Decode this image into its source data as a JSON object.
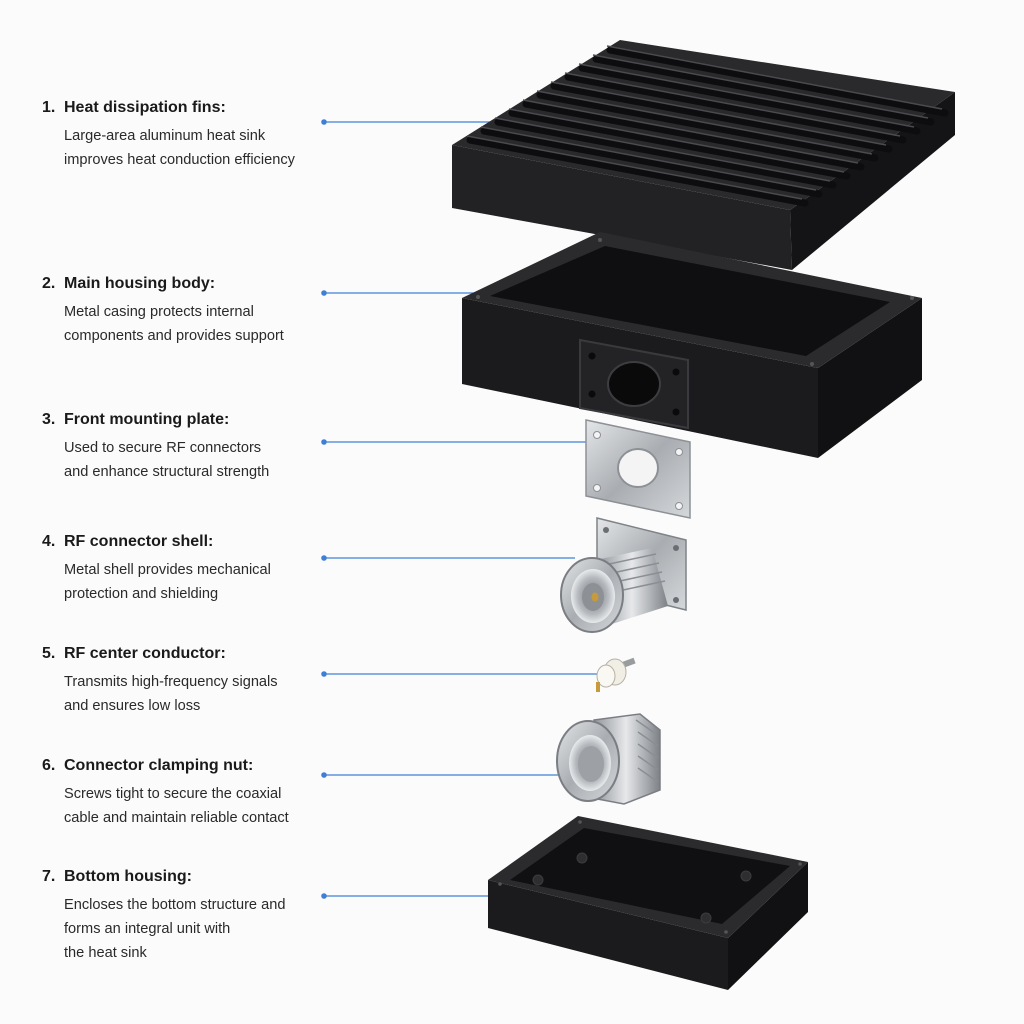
{
  "colors": {
    "background": "#fbfbfb",
    "leader_line": "#3f7fd6",
    "black_anodized": "#1b1b1d",
    "steel": "#b9bcbf"
  },
  "parts": [
    {
      "number": "1.",
      "title": "Heat dissipation fins:",
      "lines": [
        "Large-area aluminum heat sink",
        "improves heat conduction efficiency"
      ]
    },
    {
      "number": "2.",
      "title": "Main housing body:",
      "lines": [
        "Metal casing protects internal",
        "components and provides support"
      ]
    },
    {
      "number": "3.",
      "title": "Front mounting plate:",
      "lines": [
        "Used to secure RF connectors",
        "and enhance structural strength"
      ]
    },
    {
      "number": "4.",
      "title": "RF connector shell:",
      "lines": [
        "Metal shell provides mechanical",
        "protection and shielding"
      ]
    },
    {
      "number": "5.",
      "title": "RF center conductor:",
      "lines": [
        "Transmits high-frequency signals",
        "and ensures low loss"
      ]
    },
    {
      "number": "6.",
      "title": "Connector clamping nut:",
      "lines": [
        "Screws tight to secure the coaxial",
        "cable and maintain reliable contact"
      ]
    },
    {
      "number": "7.",
      "title": "Bottom housing:",
      "lines": [
        "Encloses the bottom structure and",
        "forms an integral unit with",
        "the heat sink"
      ]
    }
  ]
}
